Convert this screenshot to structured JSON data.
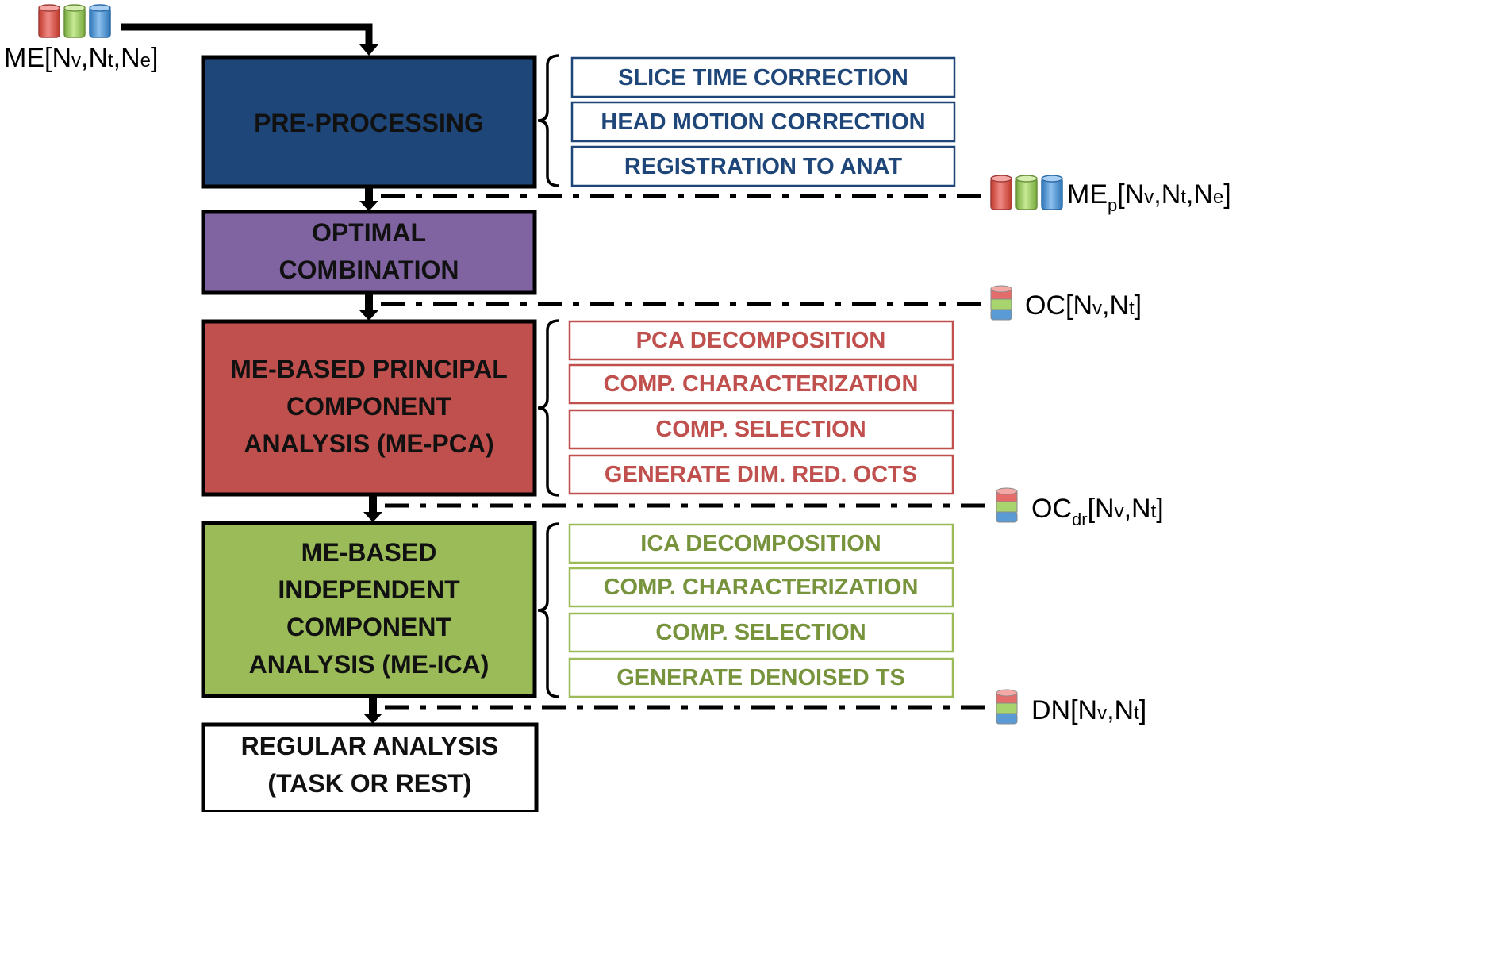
{
  "colors": {
    "preprocessing": "#1f4679",
    "optimal_combination": "#8064a2",
    "me_pca": "#c0504d",
    "me_ica": "#9bbb59",
    "regular": "#ffffff",
    "sub_blue": "#1f4679",
    "sub_red": "#c0504d",
    "sub_green": "#77933c",
    "echo_red": "#e46c6a",
    "echo_green": "#a8d46e",
    "echo_blue": "#5b9bd5"
  },
  "input": {
    "base": "ME",
    "dims": [
      "v",
      "t",
      "e"
    ]
  },
  "stages": [
    {
      "id": "preprocessing",
      "lines": [
        "PRE-PROCESSING"
      ]
    },
    {
      "id": "optimal_combination",
      "lines": [
        "OPTIMAL",
        "COMBINATION"
      ]
    },
    {
      "id": "me_pca",
      "lines": [
        "ME-BASED PRINCIPAL",
        "COMPONENT",
        "ANALYSIS (ME-PCA)"
      ]
    },
    {
      "id": "me_ica",
      "lines": [
        "ME-BASED",
        "INDEPENDENT",
        "COMPONENT",
        "ANALYSIS (ME-ICA)"
      ]
    },
    {
      "id": "regular",
      "lines": [
        "REGULAR ANALYSIS",
        "(TASK OR REST)"
      ]
    }
  ],
  "substeps": {
    "preprocessing": [
      "SLICE TIME CORRECTION",
      "HEAD MOTION CORRECTION",
      "REGISTRATION TO ANAT"
    ],
    "me_pca": [
      "PCA DECOMPOSITION",
      "COMP. CHARACTERIZATION",
      "COMP. SELECTION",
      "GENERATE DIM. RED. OCTS"
    ],
    "me_ica": [
      "ICA DECOMPOSITION",
      "COMP. CHARACTERIZATION",
      "COMP. SELECTION",
      "GENERATE DENOISED TS"
    ]
  },
  "outputs": [
    {
      "id": "me_p",
      "base": "ME",
      "sub": "p",
      "dims": [
        "v",
        "t",
        "e"
      ]
    },
    {
      "id": "oc",
      "base": "OC",
      "sub": "",
      "dims": [
        "v",
        "t"
      ]
    },
    {
      "id": "oc_dr",
      "base": "OC",
      "sub": "dr",
      "dims": [
        "v",
        "t"
      ]
    },
    {
      "id": "dn",
      "base": "DN",
      "sub": "",
      "dims": [
        "v",
        "t"
      ]
    }
  ]
}
